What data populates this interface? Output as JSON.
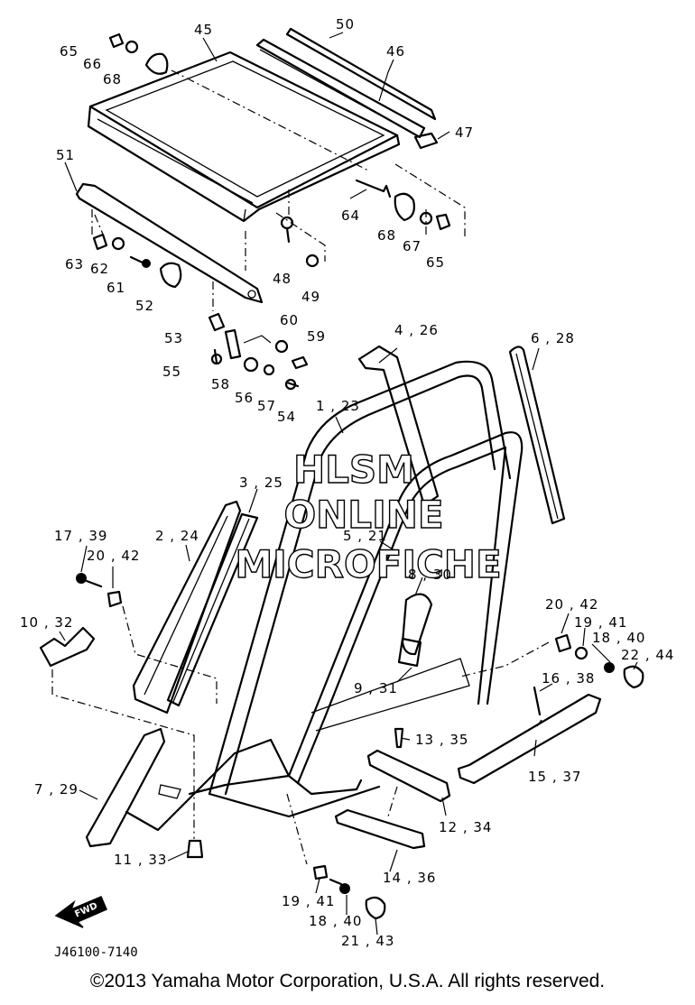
{
  "labels": {
    "l65a": "65",
    "l66": "66",
    "l68a": "68",
    "l45": "45",
    "l50": "50",
    "l46": "46",
    "l47": "47",
    "l51": "51",
    "l64": "64",
    "l68b": "68",
    "l67": "67",
    "l65b": "65",
    "l63": "63",
    "l62": "62",
    "l61": "61",
    "l52": "52",
    "l48": "48",
    "l49": "49",
    "l53": "53",
    "l60": "60",
    "l59": "59",
    "l55": "55",
    "l58": "58",
    "l56": "56",
    "l57": "57",
    "l54": "54",
    "l426": "4 , 26",
    "l628": "6 , 28",
    "l123": "1 , 23",
    "l325": "3 , 25",
    "l224": "2 , 24",
    "l1739": "17 , 39",
    "l2042a": "20 , 42",
    "l521": "5 , 21",
    "l830": "8 , 30",
    "l1032": "10 , 32",
    "l2042b": "20 , 42",
    "l1941a": "19 , 41",
    "l1840a": "18 , 40",
    "l2244": "22 , 44",
    "l1638": "16 , 38",
    "l931": "9 , 31",
    "l1335": "13 , 35",
    "l1537": "15 , 37",
    "l729": "7 , 29",
    "l1234": "12 , 34",
    "l1133": "11 , 33",
    "l1436": "14 , 36",
    "l1941b": "19 , 41",
    "l1840b": "18 , 40",
    "l2143": "21 , 43"
  },
  "watermark": {
    "line1": "HLSM",
    "line2": "ONLINE",
    "line3": "MICROFICHE"
  },
  "direction_badge": "FWD",
  "reference_code": "J46100-7140",
  "copyright": "©2013 Yamaha Motor Corporation, U.S.A. All rights reserved."
}
